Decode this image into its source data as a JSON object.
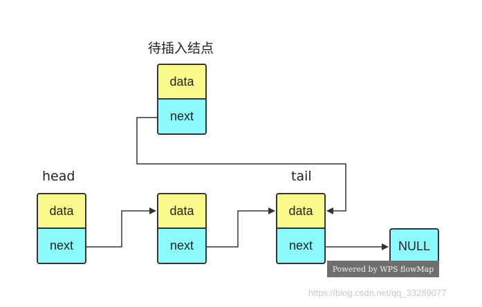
{
  "labels": {
    "pending_node": "待插入结点",
    "head": "head",
    "tail": "tail"
  },
  "nodes": {
    "new_node": {
      "data": "data",
      "next": "next"
    },
    "head_node": {
      "data": "data",
      "next": "next"
    },
    "middle_node": {
      "data": "data",
      "next": "next"
    },
    "tail_node": {
      "data": "data",
      "next": "next"
    }
  },
  "null_box": "NULL",
  "badge": "Powered by WPS flowMap",
  "watermark": "https://blog.csdn.net/qq_33289077",
  "colors": {
    "data_fill": "#fafa8c",
    "next_fill": "#8cfafa",
    "stroke": "#333333"
  }
}
